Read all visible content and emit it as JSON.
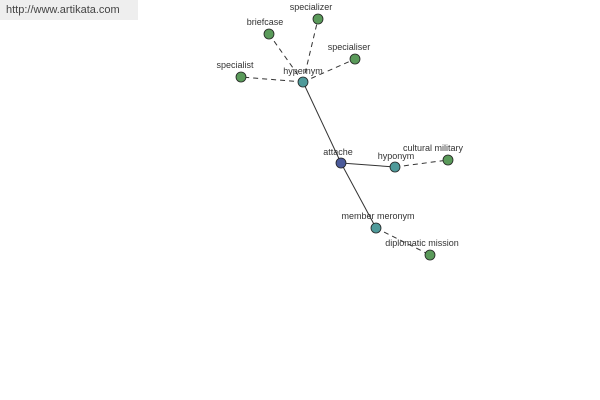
{
  "watermark": "http://www.artikata.com",
  "colors": {
    "leaf": "#5a9a5a",
    "relation": "#4f9a9a",
    "center": "#4b5a9a",
    "edge": "#333333"
  },
  "nodes": [
    {
      "id": "attache",
      "label": "attache",
      "kind": "center"
    },
    {
      "id": "hypernym",
      "label": "hypernym",
      "kind": "relation"
    },
    {
      "id": "hyponym",
      "label": "hyponym",
      "kind": "relation"
    },
    {
      "id": "member-meronym",
      "label": "member meronym",
      "kind": "relation"
    },
    {
      "id": "specializer",
      "label": "specializer",
      "kind": "leaf"
    },
    {
      "id": "briefcase",
      "label": "briefcase",
      "kind": "leaf"
    },
    {
      "id": "specialiser",
      "label": "specialiser",
      "kind": "leaf"
    },
    {
      "id": "specialist",
      "label": "specialist",
      "kind": "leaf"
    },
    {
      "id": "cultural-military",
      "label": "cultural military",
      "kind": "leaf"
    },
    {
      "id": "diplomatic-mission",
      "label": "diplomatic mission",
      "kind": "leaf"
    }
  ],
  "edges": [
    {
      "from": "attache",
      "to": "hypernym",
      "style": "solid"
    },
    {
      "from": "attache",
      "to": "hyponym",
      "style": "solid"
    },
    {
      "from": "attache",
      "to": "member-meronym",
      "style": "solid"
    },
    {
      "from": "hypernym",
      "to": "specializer",
      "style": "dashed"
    },
    {
      "from": "hypernym",
      "to": "briefcase",
      "style": "dashed"
    },
    {
      "from": "hypernym",
      "to": "specialiser",
      "style": "dashed"
    },
    {
      "from": "hypernym",
      "to": "specialist",
      "style": "dashed"
    },
    {
      "from": "hyponym",
      "to": "cultural-military",
      "style": "dashed"
    },
    {
      "from": "member-meronym",
      "to": "diplomatic-mission",
      "style": "dashed"
    }
  ]
}
